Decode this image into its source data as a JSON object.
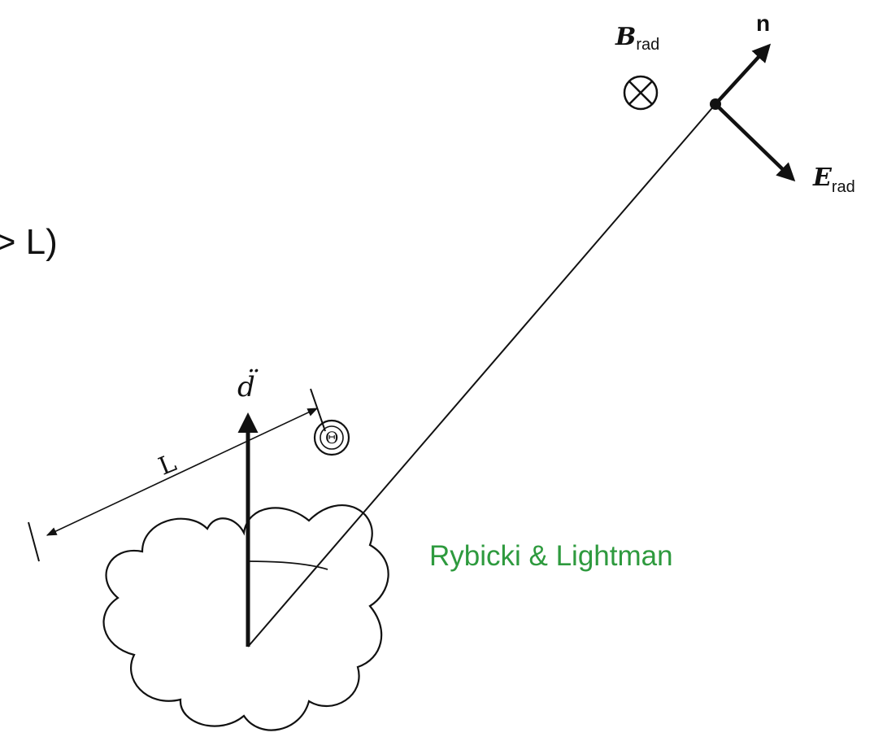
{
  "diagram": {
    "partial_text": ">> L)",
    "dipole_label": "d̈",
    "theta_label": "Θ",
    "length_label": "L",
    "b_field_label": {
      "symbol": "B",
      "subscript": "rad"
    },
    "e_field_label": {
      "symbol": "E",
      "subscript": "rad"
    },
    "direction_label": "n",
    "credit": "Rybicki & Lightman",
    "colors": {
      "ink": "#111111",
      "credit": "#2e9a3e"
    }
  }
}
